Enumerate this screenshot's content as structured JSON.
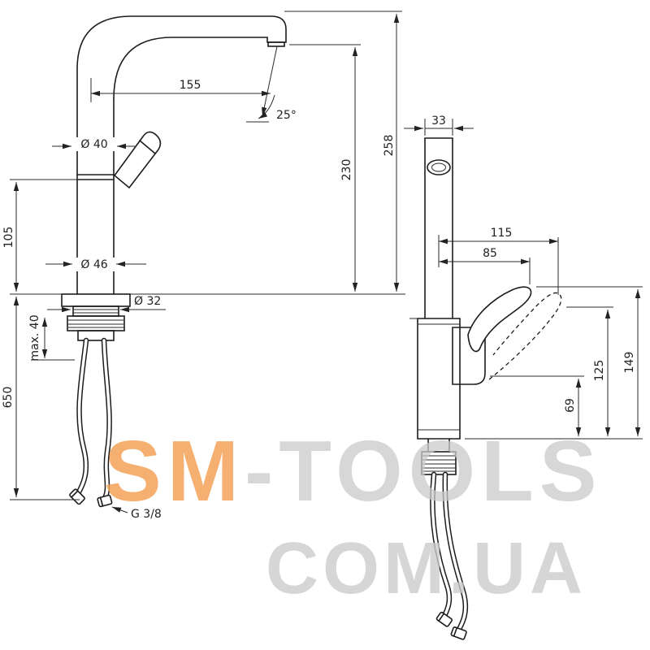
{
  "drawing": {
    "left_view": {
      "spout_reach": "155",
      "spout_angle": "25°",
      "handle_diameter": "Ø 40",
      "height_to_spout": "230",
      "total_height": "258",
      "body_height": "105",
      "body_diameter": "Ø 46",
      "shank_diameter": "Ø 32",
      "max_deck_thickness": "max. 40",
      "hose_length": "650",
      "hose_thread": "G 3/8"
    },
    "front_view": {
      "top_width": "33",
      "handle_reach_open": "115",
      "handle_reach": "85",
      "handle_top_height": "149",
      "handle_mid_height": "125",
      "handle_low_height": "69"
    }
  },
  "watermark": {
    "brand_primary": "SM",
    "brand_secondary": "-TOOLS",
    "brand_domain": "COM.UA"
  }
}
